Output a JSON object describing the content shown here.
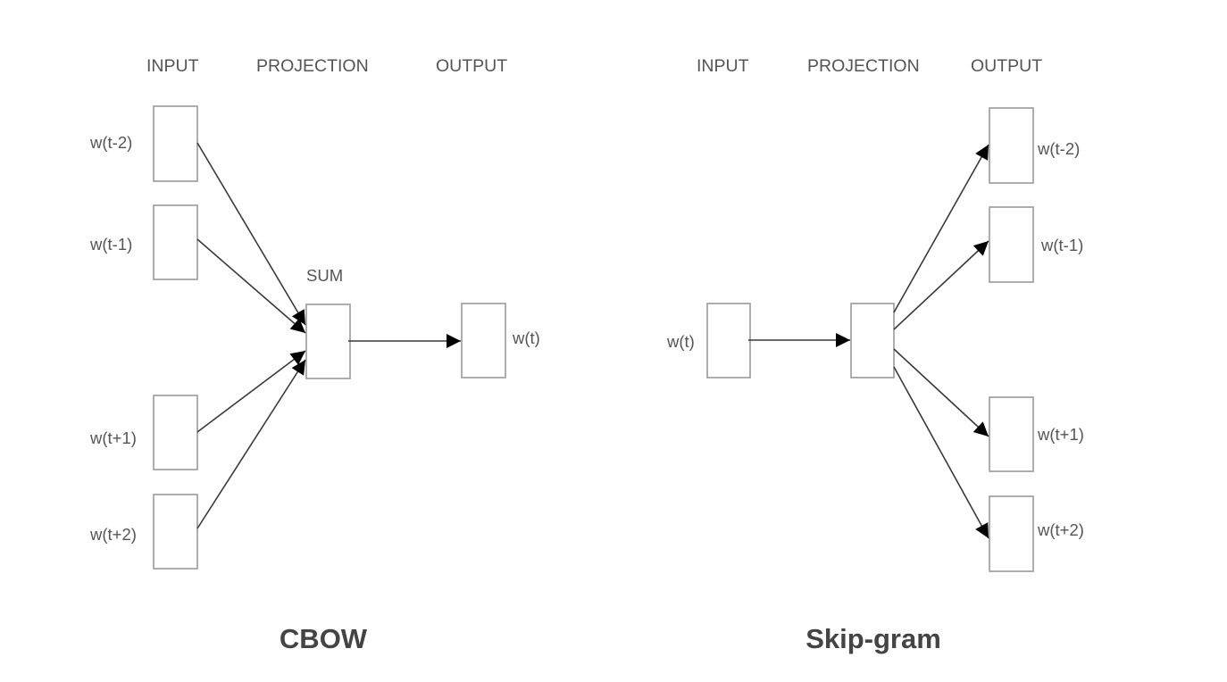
{
  "figure": {
    "description": "Word2vec model architectures: CBOW and Skip-gram",
    "colors": {
      "box_border": "#9a9a9a",
      "arrow": "#000000",
      "text": "#555555",
      "title": "#444444"
    }
  },
  "panels": [
    {
      "id": "cbow",
      "title": "CBOW",
      "layer_headers": [
        "INPUT",
        "PROJECTION",
        "OUTPUT"
      ],
      "projection_label": "SUM",
      "input_words": [
        "w(t-2)",
        "w(t-1)",
        "w(t+1)",
        "w(t+2)"
      ],
      "output_words": [
        "w(t)"
      ],
      "edges": [
        {
          "from": "w(t-2)",
          "to": "SUM"
        },
        {
          "from": "w(t-1)",
          "to": "SUM"
        },
        {
          "from": "w(t+1)",
          "to": "SUM"
        },
        {
          "from": "w(t+2)",
          "to": "SUM"
        },
        {
          "from": "SUM",
          "to": "w(t)"
        }
      ]
    },
    {
      "id": "skipgram",
      "title": "Skip-gram",
      "layer_headers": [
        "INPUT",
        "PROJECTION",
        "OUTPUT"
      ],
      "projection_label": "",
      "input_words": [
        "w(t)"
      ],
      "output_words": [
        "w(t-2)",
        "w(t-1)",
        "w(t+1)",
        "w(t+2)"
      ],
      "edges": [
        {
          "from": "w(t)",
          "to": "projection"
        },
        {
          "from": "projection",
          "to": "w(t-2)"
        },
        {
          "from": "projection",
          "to": "w(t-1)"
        },
        {
          "from": "projection",
          "to": "w(t+1)"
        },
        {
          "from": "projection",
          "to": "w(t+2)"
        }
      ]
    }
  ]
}
